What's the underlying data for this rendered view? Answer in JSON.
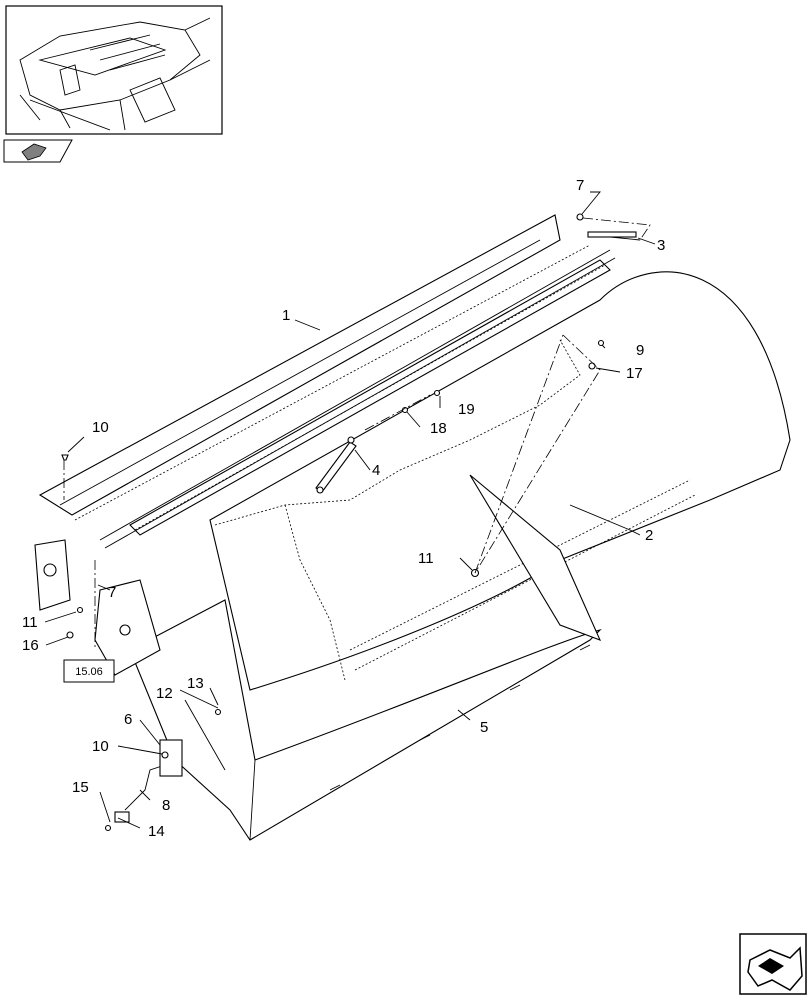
{
  "diagram": {
    "callouts": [
      {
        "id": "c1",
        "text": "1"
      },
      {
        "id": "c2",
        "text": "2"
      },
      {
        "id": "c3",
        "text": "3"
      },
      {
        "id": "c4",
        "text": "4"
      },
      {
        "id": "c5",
        "text": "5"
      },
      {
        "id": "c6",
        "text": "6"
      },
      {
        "id": "c7a",
        "text": "7"
      },
      {
        "id": "c7b",
        "text": "7"
      },
      {
        "id": "c8",
        "text": "8"
      },
      {
        "id": "c9",
        "text": "9"
      },
      {
        "id": "c10a",
        "text": "10"
      },
      {
        "id": "c10b",
        "text": "10"
      },
      {
        "id": "c11a",
        "text": "11"
      },
      {
        "id": "c11b",
        "text": "11"
      },
      {
        "id": "c12",
        "text": "12"
      },
      {
        "id": "c13",
        "text": "13"
      },
      {
        "id": "c14",
        "text": "14"
      },
      {
        "id": "c15",
        "text": "15"
      },
      {
        "id": "c16",
        "text": "16"
      },
      {
        "id": "c17",
        "text": "17"
      },
      {
        "id": "c18",
        "text": "18"
      },
      {
        "id": "c19",
        "text": "19"
      }
    ],
    "reference_box": "15.06"
  },
  "icons": {
    "thumbnail": "machine-overview-thumbnail",
    "page_small": "page-arrow-icon",
    "page_large": "page-arrow-icon"
  },
  "colors": {
    "line": "#000000",
    "background": "#ffffff",
    "icon_fill": "#808080"
  }
}
